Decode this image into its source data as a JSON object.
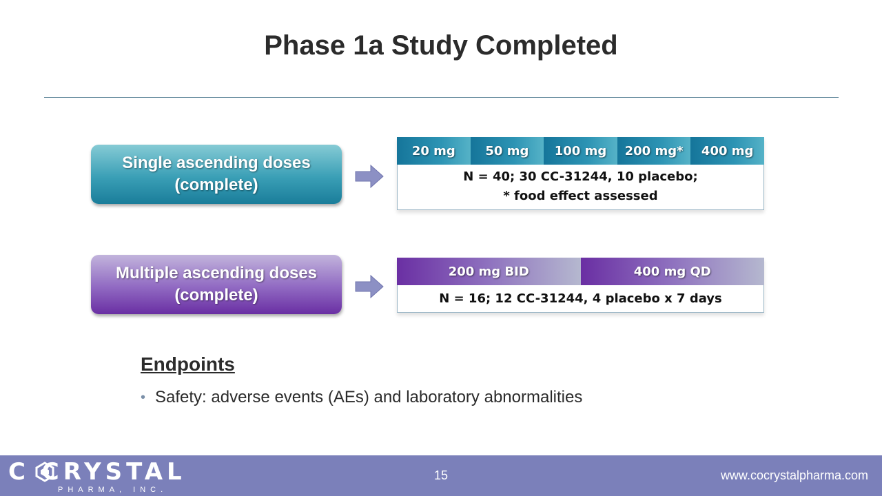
{
  "slide": {
    "title": "Phase 1a Study Completed",
    "page_number": "15"
  },
  "single_ascending": {
    "label_line1": "Single ascending doses",
    "label_line2": "(complete)",
    "doses": [
      "20 mg",
      "50 mg",
      "100 mg",
      "200 mg*",
      "400 mg"
    ],
    "note_line1": "N = 40; 30 CC-31244, 10 placebo;",
    "note_line2": "* food effect assessed"
  },
  "multiple_ascending": {
    "label_line1": "Multiple ascending doses",
    "label_line2": "(complete)",
    "doses": [
      "200 mg BID",
      "400 mg QD"
    ],
    "note": "N = 16; 12 CC-31244, 4 placebo x 7 days"
  },
  "endpoints": {
    "heading": "Endpoints",
    "items": [
      "Safety: adverse events (AEs) and laboratory abnormalities"
    ]
  },
  "footer": {
    "logo_text": "C CRYSTAL",
    "logo_subtext": "PHARMA, INC.",
    "website": "www.cocrystalpharma.com"
  },
  "colors": {
    "teal": "#2d94b4",
    "purple": "#6a2fa3",
    "footer": "#7b80ba",
    "arrow": "#8c90c4"
  },
  "icons": [
    "right-arrow-icon",
    "crystal-gem-icon"
  ]
}
